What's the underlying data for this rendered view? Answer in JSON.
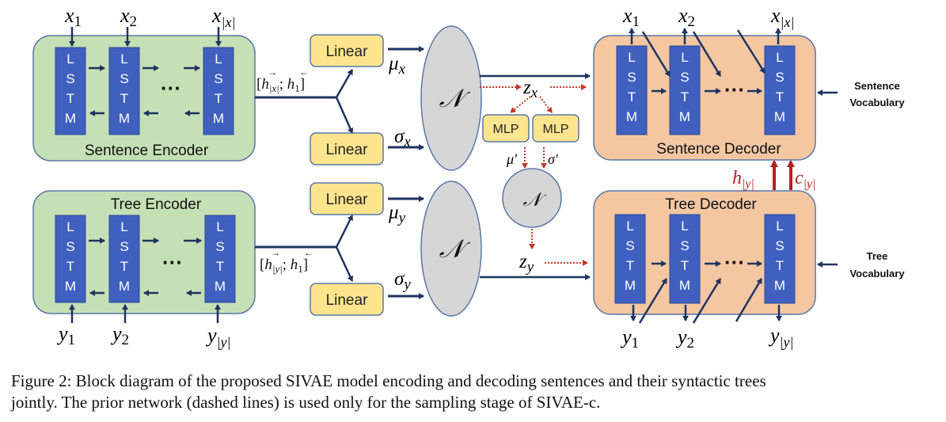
{
  "diagram": {
    "blocks": {
      "sentence_encoder": {
        "label": "Sentence Encoder",
        "inputs": [
          "x",
          "x",
          "x"
        ],
        "input_subs": [
          "1",
          "2",
          "|x|"
        ]
      },
      "tree_encoder": {
        "label": "Tree Encoder",
        "inputs": [
          "y",
          "y",
          "y"
        ],
        "input_subs": [
          "1",
          "2",
          "|y|"
        ]
      },
      "sentence_decoder": {
        "label": "Sentence Decoder",
        "outputs": [
          "x",
          "x",
          "x"
        ],
        "output_subs": [
          "1",
          "2",
          "|x|"
        ]
      },
      "tree_decoder": {
        "label": "Tree Decoder",
        "outputs": [
          "y",
          "y",
          "y"
        ],
        "output_subs": [
          "1",
          "2",
          "|y|"
        ]
      }
    },
    "lstm_letters": [
      "L",
      "S",
      "T",
      "M"
    ],
    "ellipsis": "···",
    "encoder_state_x": "[h⃗|x|; h⃖1]",
    "encoder_state_x_parts": {
      "open": "[",
      "h": "h",
      "sub1": "|x|",
      "sep": "; ",
      "sub2": "1",
      "close": "]"
    },
    "encoder_state_y_parts": {
      "open": "[",
      "h": "h",
      "sub1": "|y|",
      "sep": "; ",
      "sub2": "1",
      "close": "]"
    },
    "linear_label": "Linear",
    "mlp_label": "MLP",
    "normal_symbol": "𝒩",
    "mu_x": {
      "base": "μ",
      "sub": "x"
    },
    "sigma_x": {
      "base": "σ",
      "sub": "x"
    },
    "mu_y": {
      "base": "μ",
      "sub": "y"
    },
    "sigma_y": {
      "base": "σ",
      "sub": "y"
    },
    "z_x": {
      "base": "z",
      "sub": "x"
    },
    "z_y": {
      "base": "z",
      "sub": "y"
    },
    "mu_prime": "μ′",
    "sigma_prime": "σ′",
    "h_y": {
      "base": "h",
      "sub": "|y|"
    },
    "c_y": {
      "base": "c",
      "sub": "|y|"
    },
    "sentence_vocab": [
      "Sentence",
      "Vocabulary"
    ],
    "tree_vocab": [
      "Tree",
      "Vocabulary"
    ],
    "colors": {
      "encoder_fill": "#c5e0b4",
      "decoder_fill": "#f4c7a1",
      "block_border": "#5a77a8",
      "lstm_fill": "#4060c0",
      "linear_fill": "#fde58e",
      "normal_fill": "#d6d6d6",
      "arrow": "#1f3360",
      "prior_arrow": "#c0392b",
      "state_arrow": "#b22222"
    }
  },
  "caption": {
    "line1": "Figure 2: Block diagram of the proposed SIVAE model encoding and decoding sentences and their syntactic trees",
    "line2": "jointly. The prior network (dashed lines) is used only for the sampling stage of SIVAE-c."
  }
}
